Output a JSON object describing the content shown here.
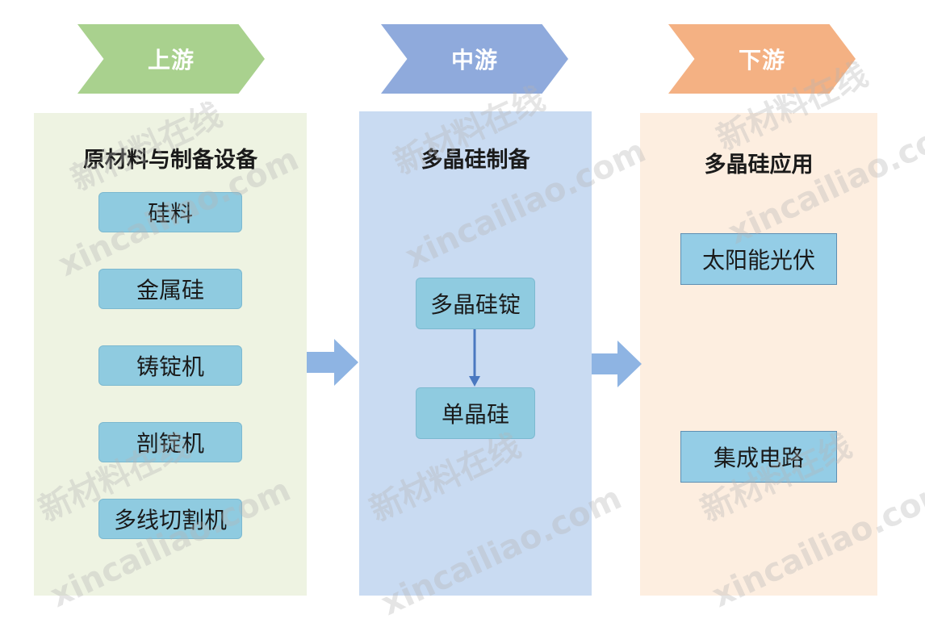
{
  "stages": {
    "upstream": {
      "label": "上游",
      "title": "原材料与制备设备",
      "items": [
        "硅料",
        "金属硅",
        "铸锭机",
        "剖锭机",
        "多线切割机"
      ]
    },
    "midstream": {
      "label": "中游",
      "title": "多晶硅制备",
      "items": [
        "多晶硅锭",
        "单晶硅"
      ]
    },
    "downstream": {
      "label": "下游",
      "title": "多晶硅应用",
      "items": [
        "太阳能光伏",
        "集成电路"
      ]
    }
  },
  "colors": {
    "upstream_chevron": "#a9d18e",
    "midstream_chevron": "#8faadc",
    "downstream_chevron": "#f4b183",
    "upstream_panel": "#eef3e2",
    "midstream_panel": "#c9dbf2",
    "downstream_panel": "#fdeee0",
    "box": "#8fcbe0",
    "arrow": "#8eb4e3"
  },
  "watermark": {
    "cn": "新材料在线",
    "en": "xincailiao.com"
  }
}
